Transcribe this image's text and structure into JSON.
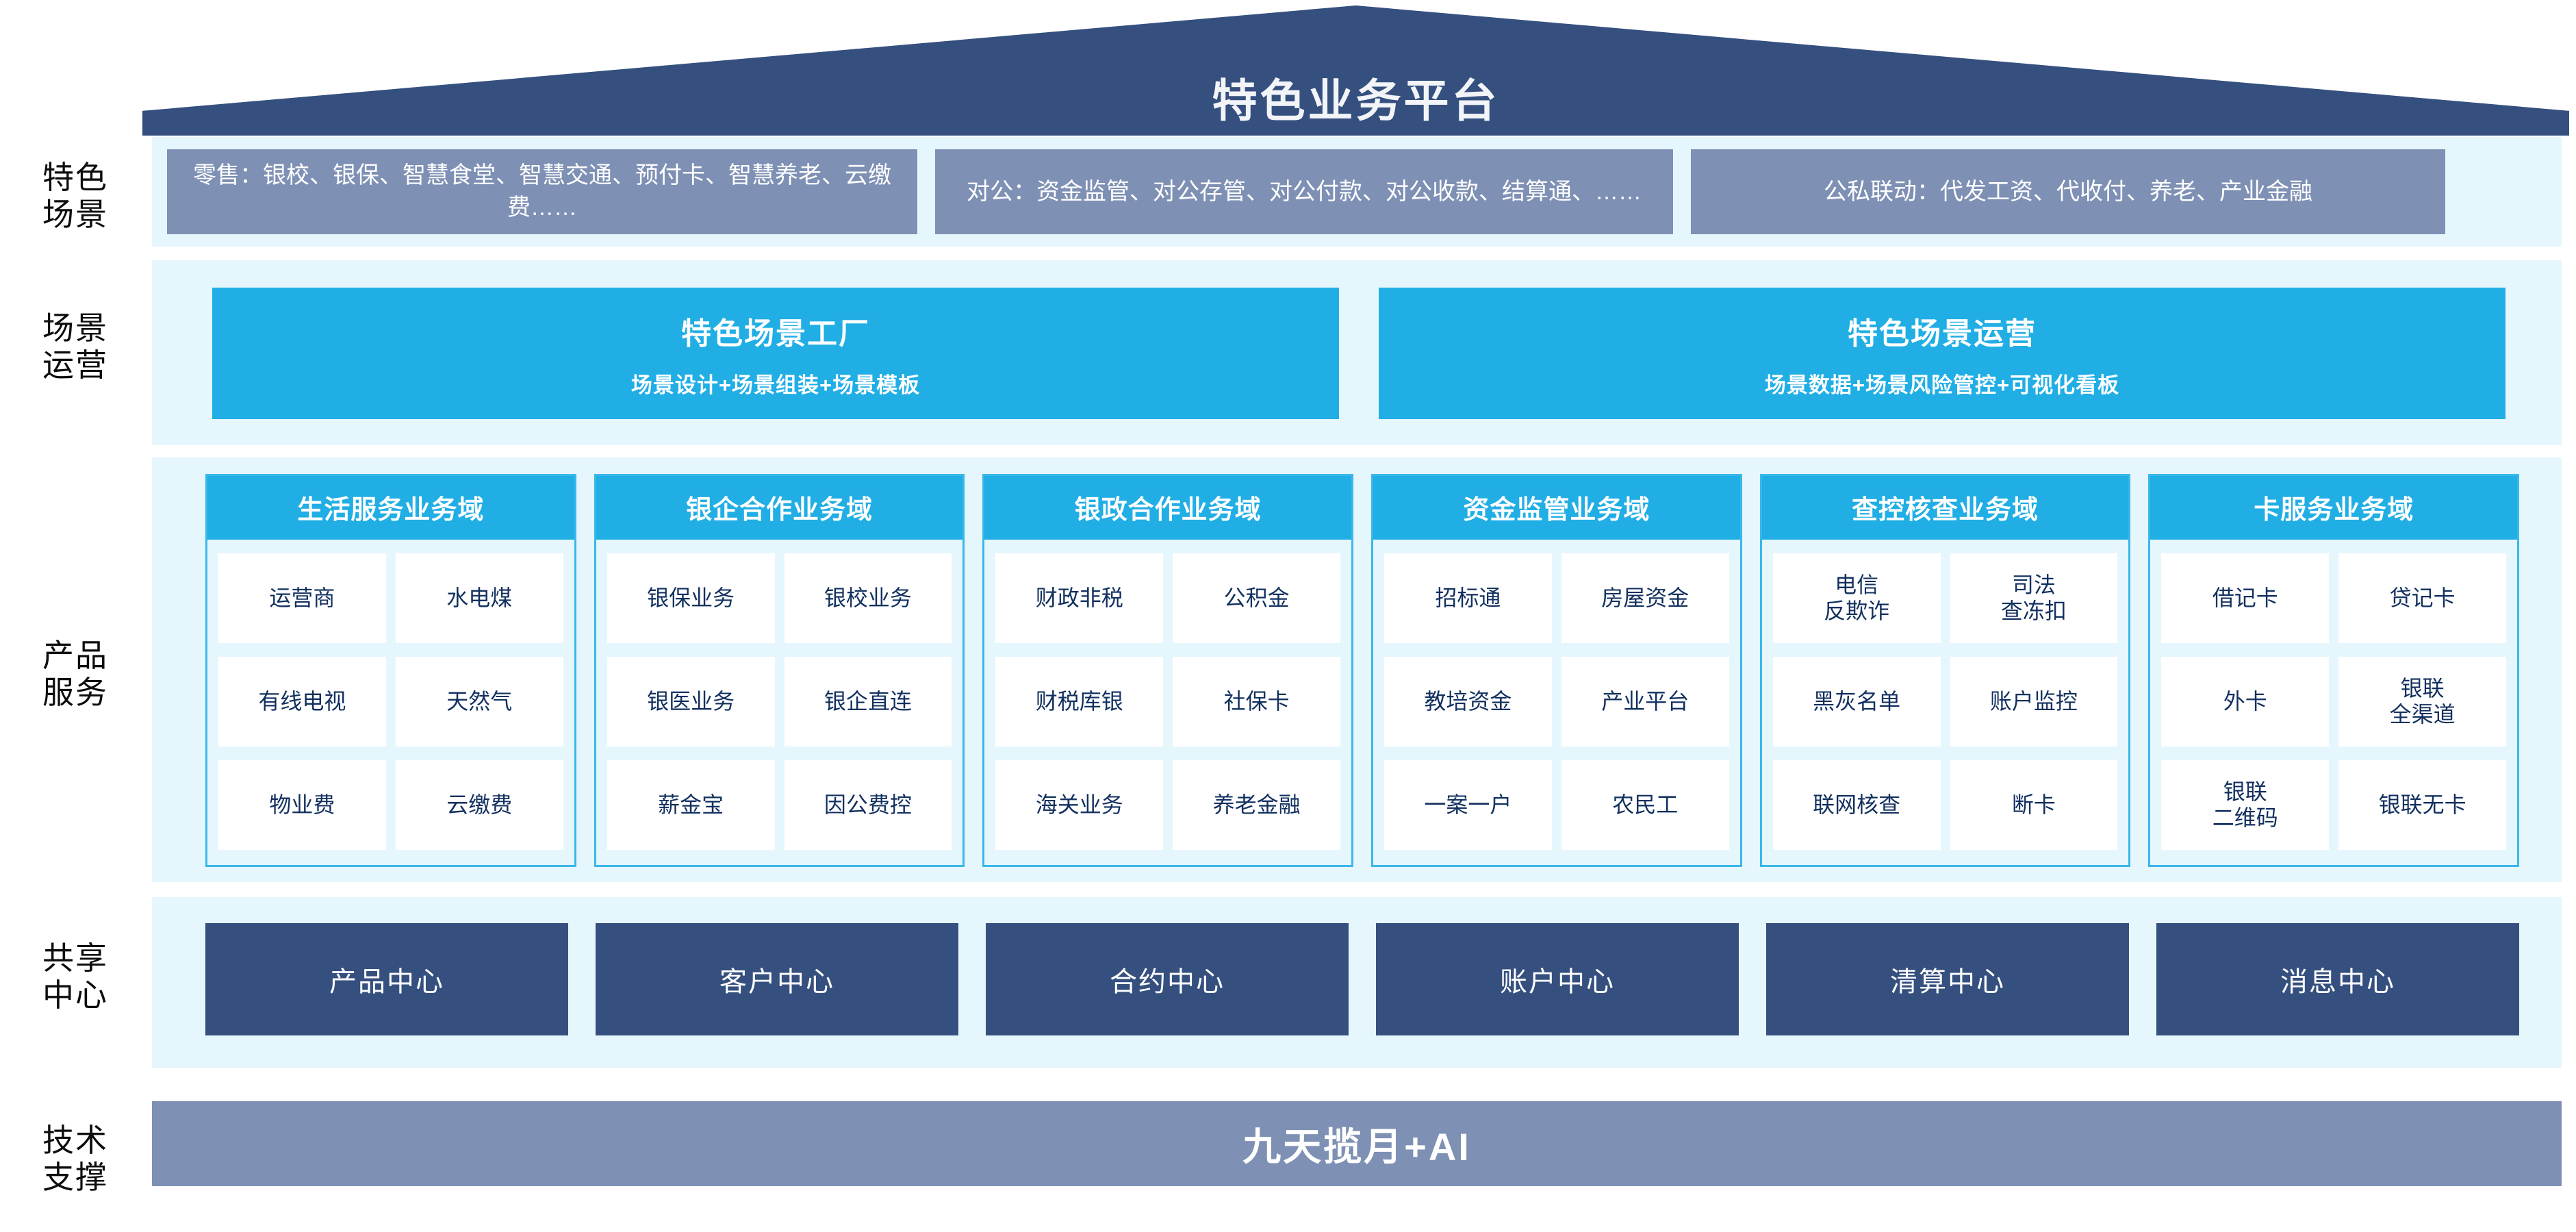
{
  "header": {
    "title": "特色业务平台"
  },
  "rows": {
    "scenario": {
      "label": "特色\n场景",
      "label_lines": [
        "特色",
        "场景"
      ],
      "items": [
        {
          "name": "retail",
          "text": "零售：银校、银保、智慧食堂、智慧交通、预付卡、智慧养老、云缴费……"
        },
        {
          "name": "corporate",
          "text": "对公：资金监管、对公存管、对公付款、对公收款、结算通、……"
        },
        {
          "name": "linkage",
          "text": "公私联动：代发工资、代收付、养老、产业金融"
        }
      ]
    },
    "operations": {
      "label_lines": [
        "场景",
        "运营"
      ],
      "items": [
        {
          "title": "特色场景工厂",
          "subtitle": "场景设计+场景组装+场景模板"
        },
        {
          "title": "特色场景运营",
          "subtitle": "场景数据+场景风险管控+可视化看板"
        }
      ]
    },
    "products": {
      "label_lines": [
        "产品",
        "服务"
      ],
      "domains": [
        {
          "title": "生活服务业务域",
          "cells": [
            "运营商",
            "水电煤",
            "有线电视",
            "天然气",
            "物业费",
            "云缴费"
          ]
        },
        {
          "title": "银企合作业务域",
          "cells": [
            "银保业务",
            "银校业务",
            "银医业务",
            "银企直连",
            "薪金宝",
            "因公费控"
          ]
        },
        {
          "title": "银政合作业务域",
          "cells": [
            "财政非税",
            "公积金",
            "财税库银",
            "社保卡",
            "海关业务",
            "养老金融"
          ]
        },
        {
          "title": "资金监管业务域",
          "cells": [
            "招标通",
            "房屋资金",
            "教培资金",
            "产业平台",
            "一案一户",
            "农民工"
          ]
        },
        {
          "title": "查控核查业务域",
          "cells": [
            "电信\n反欺诈",
            "司法\n查冻扣",
            "黑灰名单",
            "账户监控",
            "联网核查",
            "断卡"
          ]
        },
        {
          "title": "卡服务业务域",
          "cells": [
            "借记卡",
            "贷记卡",
            "外卡",
            "银联\n全渠道",
            "银联\n二维码",
            "银联无卡"
          ]
        }
      ]
    },
    "centers": {
      "label_lines": [
        "共享",
        "中心"
      ],
      "items": [
        "产品中心",
        "客户中心",
        "合约中心",
        "账户中心",
        "清算中心",
        "消息中心"
      ]
    },
    "tech": {
      "label_lines": [
        "技术",
        "支撑"
      ],
      "text": "九天揽月+AI"
    }
  },
  "colors": {
    "deep_blue": "#35507f",
    "slate_blue": "#7e90b4",
    "cyan": "#20aee5",
    "cyan_border": "#39b8ea",
    "pale_band": "#e6f6fd",
    "cell_text": "#12305f",
    "white": "#ffffff"
  }
}
